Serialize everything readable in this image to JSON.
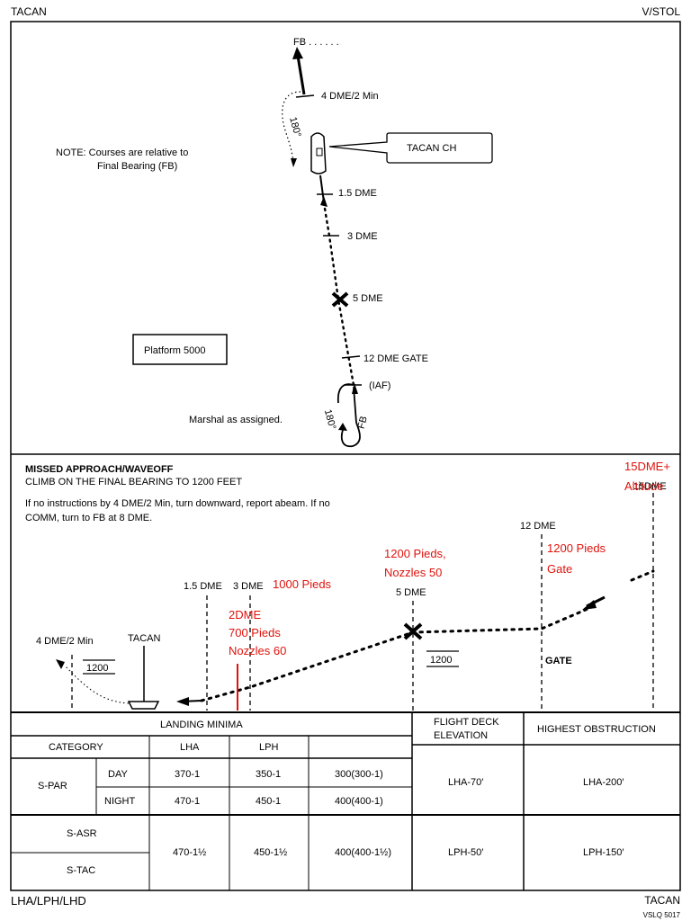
{
  "header": {
    "left": "TACAN",
    "right": "V/STOL"
  },
  "footer": {
    "left": "LHA/LPH/LHD",
    "right": "TACAN",
    "code": "VSLQ 5017"
  },
  "plan": {
    "fb_label": "FB . . . . . .",
    "dme4": "4 DME/2 Min",
    "turn1": "180°",
    "tacan_ch": "TACAN CH",
    "note_a": "NOTE:  Courses are relative to",
    "note_b": "Final Bearing (FB)",
    "dme15": "1.5 DME",
    "dme3": "3 DME",
    "dme5": "5 DME",
    "platform": "Platform 5000",
    "gate12": "12 DME GATE",
    "iaf": "(IAF)",
    "turn2": "180°",
    "fb2": "FB",
    "marshal": "Marshal as assigned."
  },
  "profile": {
    "missed_title": "MISSED APPROACH/WAVEOFF",
    "climb": "CLIMB ON THE FINAL BEARING TO 1200 FEET",
    "instr1": "If no instructions by 4 DME/2 Min, turn downward, report abeam.  If no",
    "instr2": "COMM, turn to FB at 8 DME.",
    "dme12": "12 DME",
    "dme15_top": "15DME",
    "dme5": "5 DME",
    "dme15": "1.5 DME",
    "dme3": "3 DME",
    "dme4": "4 DME/2 Min",
    "tacan": "TACAN",
    "alt1200_left": "1200",
    "alt1200_mid": "1200",
    "gate": "GATE",
    "annotations": {
      "a1_line1": "15DME+",
      "a1_line2": "Altitude",
      "a2_line1": "1200 Pieds,",
      "a2_line2": "Nozzles 50",
      "a3_line1": "1200 Pieds",
      "a3_line2": "Gate",
      "a4": "1000 Pieds",
      "a5_line1": "2DME",
      "a5_line2": "700 Pieds",
      "a5_line3": "Nozzles 60"
    }
  },
  "table": {
    "landing_minima": "LANDING MINIMA",
    "flight_deck_1": "FLIGHT DECK",
    "flight_deck_2": "ELEVATION",
    "highest_obstruction": "HIGHEST OBSTRUCTION",
    "col_category": "CATEGORY",
    "col_lha": "LHA",
    "col_lph": "LPH",
    "spar": "S-PAR",
    "day": "DAY",
    "night": "NIGHT",
    "sasr": "S-ASR",
    "stac": "S-TAC",
    "day_lha": "370-1",
    "day_lph": "350-1",
    "day_x": "300(300-1)",
    "night_lha": "470-1",
    "night_lph": "450-1",
    "night_x": "400(400-1)",
    "asr_lha": "470-1½",
    "asr_lph": "450-1½",
    "asr_x": "400(400-1½)",
    "elev_par": "LHA-70′",
    "elev_asr": "LPH-50′",
    "obs_par": "LHA-200′",
    "obs_asr": "LPH-150′"
  }
}
